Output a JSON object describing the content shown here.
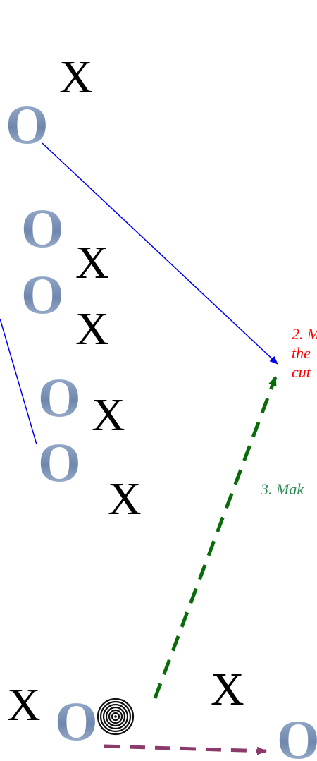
{
  "marks": {
    "x1": "X",
    "x2": "X",
    "x3": "X",
    "x4": "X",
    "x5": "X",
    "x6": "X",
    "x7": "X",
    "o1": "O",
    "o2": "O",
    "o3": "O",
    "o4": "O",
    "o5": "O",
    "o6": "O",
    "o7": "O"
  },
  "annotations": {
    "red_line1": "2. M",
    "red_line2": "the",
    "red_line3": "cut",
    "green": "3. Mak"
  },
  "colors": {
    "x_mark": "#000000",
    "o_mark": "#7d93b5",
    "blue_arrow": "#0000ee",
    "green_arrow": "#0a6b0a",
    "purple_arrow": "#8b3a6b",
    "red_text": "#ff0000",
    "green_text": "#2e8b57"
  }
}
